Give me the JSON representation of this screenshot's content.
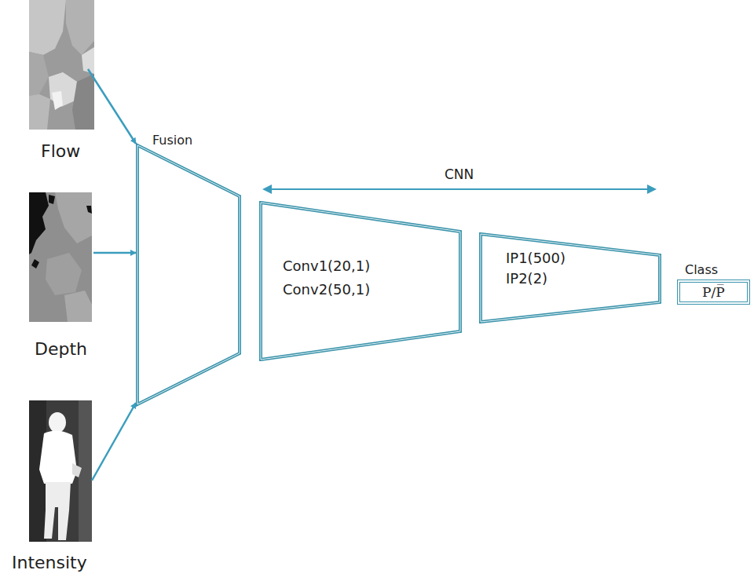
{
  "diagram": {
    "nodes": [
      {
        "text": [
          "Flow"
        ]
      },
      {
        "text": [
          "Depth"
        ]
      },
      {
        "text": [
          "Intensity"
        ]
      },
      {
        "text": [
          "Fusion"
        ]
      },
      {
        "text": [
          "Conv1(20,1)",
          "Conv2(50,1)"
        ]
      },
      {
        "text": [
          "IP1(500)",
          "IP2(2)"
        ]
      },
      {
        "text": [
          "Class",
          "P/P̅"
        ]
      }
    ],
    "edges": [
      {
        "from": 0,
        "to": 3,
        "arrow": "to"
      },
      {
        "from": 1,
        "to": 3,
        "arrow": "to"
      },
      {
        "from": 2,
        "to": 3,
        "arrow": "to"
      }
    ],
    "labels": [
      "CNN"
    ]
  }
}
